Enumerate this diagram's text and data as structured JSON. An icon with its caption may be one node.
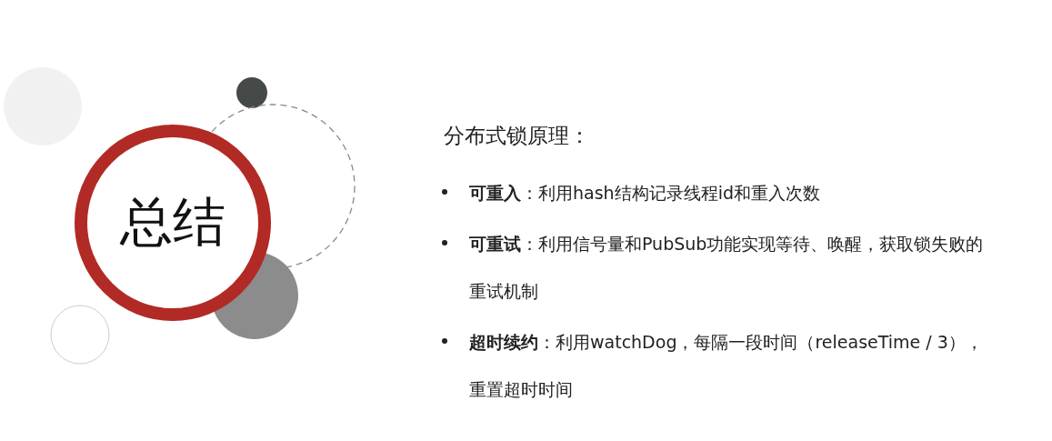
{
  "diagram": {
    "title": "分布式锁原理：",
    "nodes": [
      {
        "text": [
          "总结"
        ]
      }
    ],
    "labels": [
      "**可重入**：利用hash结构记录线程id和重入次数",
      "**可重试**：利用信号量和PubSub功能实现等待、唤醒，获取锁失败的重试机制",
      "**超时续约**：利用watchDog，每隔一段时间（releaseTime / 3），重置超时时间"
    ]
  }
}
